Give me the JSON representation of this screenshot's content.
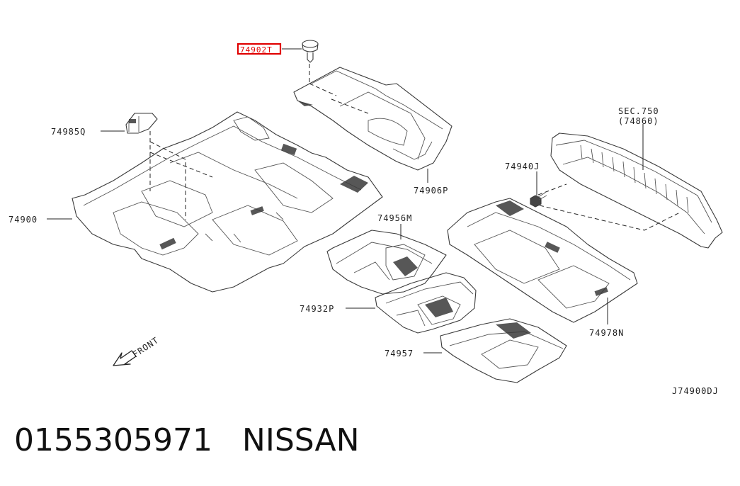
{
  "labels": {
    "p74902": "74902T",
    "p74906": "74906P",
    "p74985": "74985Q",
    "p74900": "74900",
    "p74940": "74940J",
    "p74956": "74956M",
    "p74932": "74932P",
    "p74957": "74957",
    "p74978": "74978N",
    "sec_title": "SEC.750",
    "sec_ref": "(74860)",
    "front": "FRONT",
    "diagram_code": "J74900DJ"
  },
  "caption": {
    "part_number": "0155305971",
    "brand": "NISSAN"
  },
  "highlight_color": "#e00000"
}
